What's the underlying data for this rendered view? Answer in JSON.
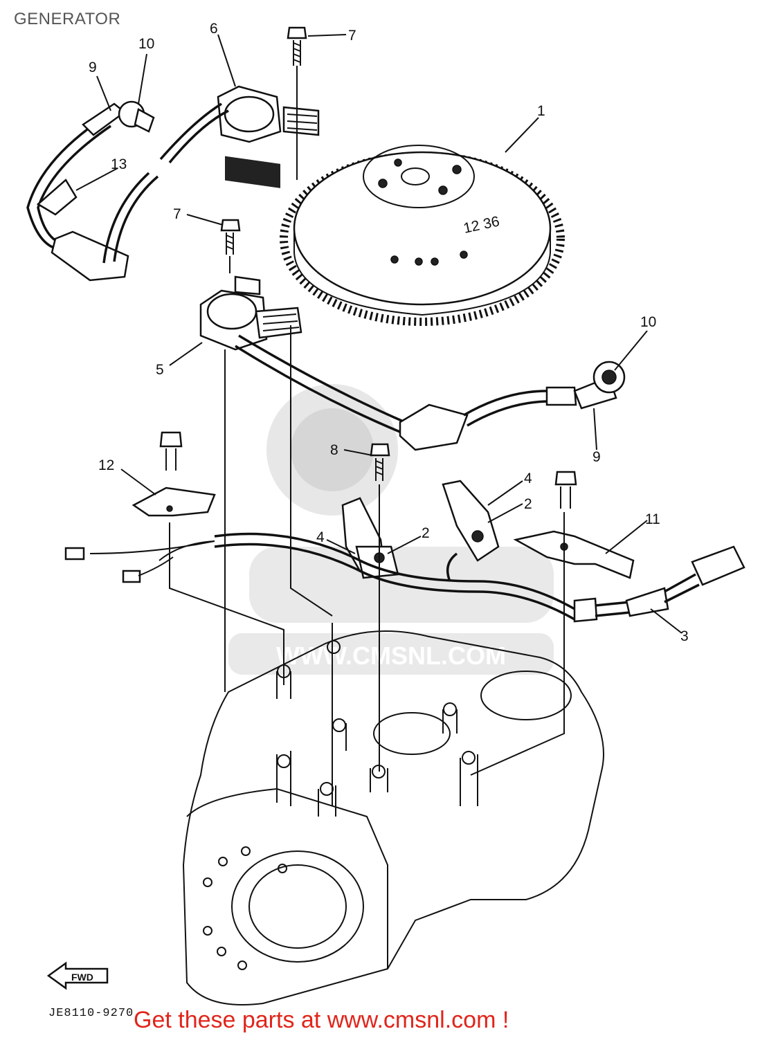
{
  "title": "GENERATOR",
  "callouts": [
    "1",
    "2",
    "2",
    "3",
    "4",
    "4",
    "5",
    "6",
    "7",
    "7",
    "8",
    "9",
    "9",
    "10",
    "10",
    "11",
    "12",
    "13"
  ],
  "fwd_label": "FWD",
  "flywheel_marking": "12 36",
  "watermark": "WWW.CMSNL.COM",
  "drawing_code": "JE8110-9270",
  "footer": "Get these parts at www.cmsnl.com !",
  "colors": {
    "footer": "#e0251b",
    "line": "#111111",
    "watermark": "#d4d4d4"
  }
}
